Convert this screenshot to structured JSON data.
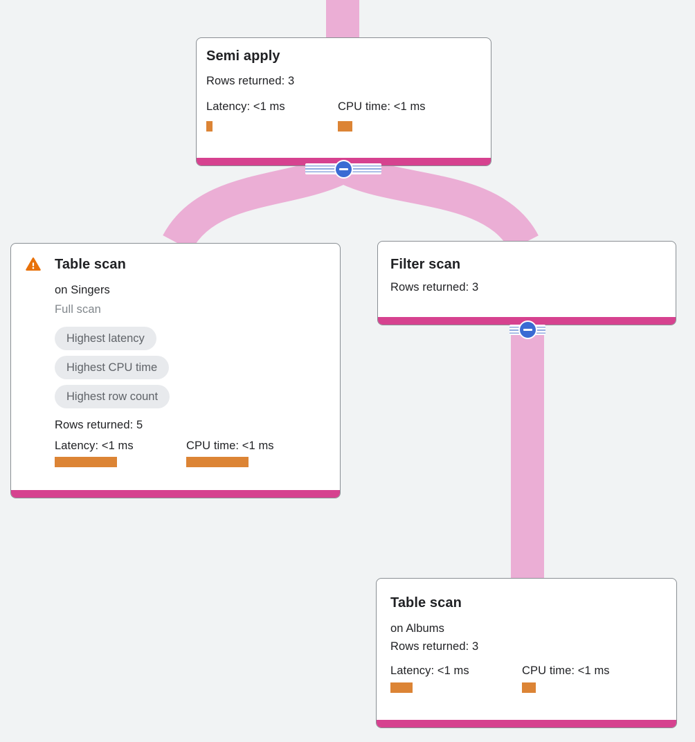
{
  "colors": {
    "background": "#F1F3F4",
    "card_bg": "#FFFFFF",
    "card_border": "#898E93",
    "footer_magenta": "#D6428F",
    "edge_pink": "#EBAED5",
    "metric_orange": "#DC8435",
    "warning_orange": "#E8710A",
    "collapse_blue": "#3A6BD3",
    "stripe_blue": "#8FA9DF",
    "title_text": "#202124",
    "body_text": "#202124",
    "muted_text": "#80868B",
    "badge_bg": "#E8EAED",
    "badge_text": "#5F6368"
  },
  "icons": {
    "warning": "warning-triangle",
    "collapse": "minus"
  },
  "nodes": [
    {
      "title": "Semi apply",
      "rows": "Rows returned: 3",
      "latency_label": "Latency: <1 ms",
      "cpu_label": "CPU time: <1 ms",
      "latency_bar": "9px",
      "cpu_bar": "21px"
    },
    {
      "title": "Table scan",
      "subtitle": "on Singers",
      "scan_type": "Full scan",
      "badges": [
        "Highest latency",
        "Highest CPU time",
        "Highest row count"
      ],
      "rows": "Rows returned: 5",
      "latency_label": "Latency: <1 ms",
      "cpu_label": "CPU time: <1 ms",
      "latency_bar": "90px",
      "cpu_bar": "90px"
    },
    {
      "title": "Filter scan",
      "rows": "Rows returned: 3"
    },
    {
      "title": "Table scan",
      "subtitle": "on Albums",
      "rows": "Rows returned: 3",
      "latency_label": "Latency: <1 ms",
      "cpu_label": "CPU time: <1 ms",
      "latency_bar": "32px",
      "cpu_bar": "20px"
    }
  ]
}
